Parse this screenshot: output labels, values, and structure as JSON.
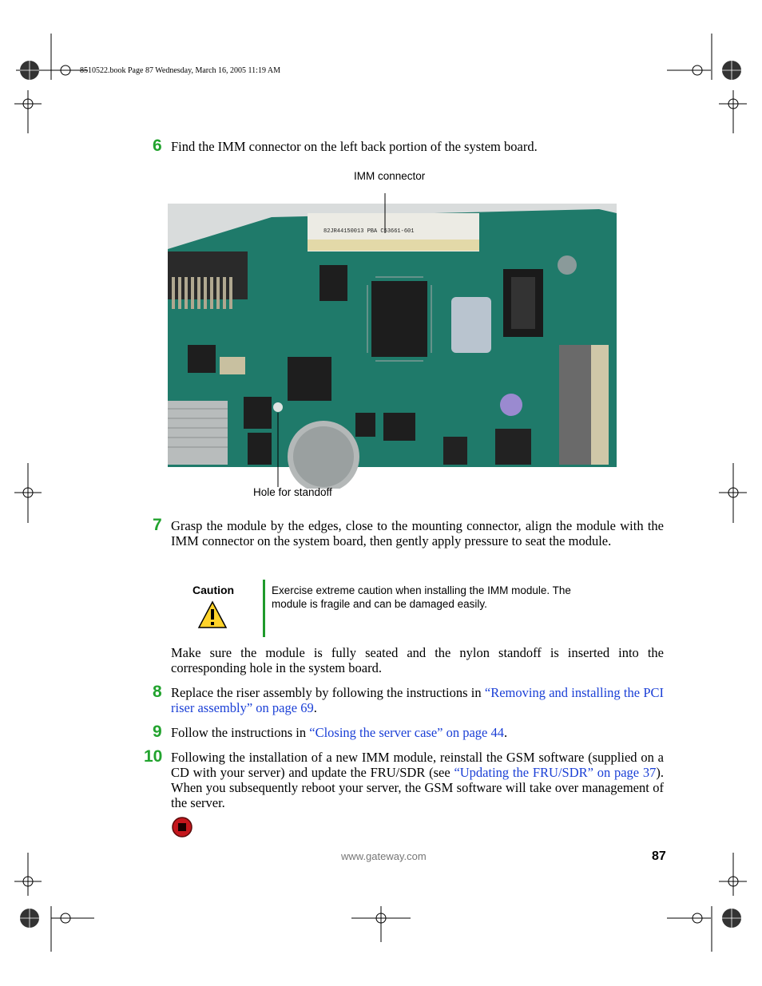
{
  "header": {
    "text": "8510522.book  Page 87  Wednesday, March 16, 2005  11:19 AM"
  },
  "steps": [
    {
      "num": "6",
      "text": "Find the IMM connector on the left back portion of the system board."
    },
    {
      "num": "7",
      "text": "Grasp the module by the edges, close to the mounting connector, align the module with the IMM connector on the system board, then gently apply pressure to seat the module."
    },
    {
      "num": "8",
      "text_before": "Replace the riser assembly by following the instructions in ",
      "link": "“Removing and installing the PCI riser assembly” on page 69",
      "text_after": "."
    },
    {
      "num": "9",
      "text_before": "Follow the instructions in ",
      "link": "“Closing the server case” on page 44",
      "text_after": "."
    },
    {
      "num": "10",
      "text_before": "Following the installation of a new IMM module, reinstall the GSM software (supplied on a CD with your server) and update the FRU/SDR (see ",
      "link": "“Updating the FRU/SDR” on page 37",
      "text_after": "). When you subsequently reboot your server, the GSM software will take over management of the server."
    }
  ],
  "figure": {
    "callout_top": "IMM connector",
    "callout_bottom": "Hole for standoff",
    "connector_text": "82JR44150013   PBA   C53661-601"
  },
  "caution": {
    "title": "Caution",
    "text": "Exercise extreme caution when installing the IMM module. The module is fragile and can be damaged easily."
  },
  "followup_text": "Make sure the module is fully seated and the nylon standoff is inserted into the corresponding hole in the system board.",
  "footer": {
    "url": "www.gateway.com",
    "page_number": "87"
  },
  "colors": {
    "step_number": "#22a32e",
    "link": "#1a3fd6",
    "caution_bar": "#1f9a2b",
    "board_green": "#1f7a6a",
    "stop_icon": "#c4161c"
  }
}
